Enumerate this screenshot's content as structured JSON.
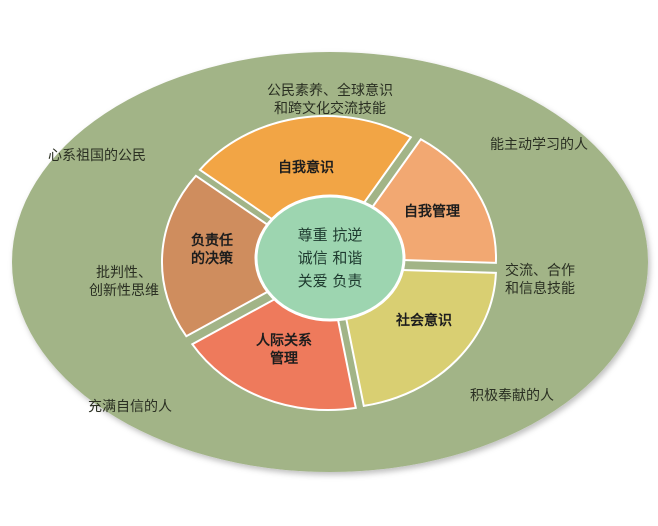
{
  "outer_labels": {
    "civic_literacy_line1": "公民素养、全球意识",
    "civic_literacy_line2": "和跨文化交流技能",
    "patriot": "心系祖国的公民",
    "active_learner": "能主动学习的人",
    "critical_thinking_line1": "批判性、",
    "critical_thinking_line2": "创新性思维",
    "communication_line1": "交流、合作",
    "communication_line2": "和信息技能",
    "confident": "充满自信的人",
    "contributor": "积极奉献的人"
  },
  "segments": {
    "self_awareness": {
      "label": "自我意识",
      "color": "#f2a545"
    },
    "self_management": {
      "label": "自我管理",
      "color": "#f2a872"
    },
    "social_awareness": {
      "label": "社会意识",
      "color": "#d9cf72"
    },
    "relationship_line1": {
      "label": "人际关系",
      "color": "#ee7a5c"
    },
    "relationship_line2": {
      "label": "管理"
    },
    "decision_line1": {
      "label": "负责任",
      "color": "#cf8d5e"
    },
    "decision_line2": {
      "label": "的决策"
    }
  },
  "core": {
    "line1": "尊重 抗逆",
    "line2": "诚信 和谐",
    "line3": "关爱 负责",
    "color": "#9dd5b0"
  },
  "colors": {
    "outer_ring": "#a2b487",
    "segment_border": "#ffffff"
  }
}
